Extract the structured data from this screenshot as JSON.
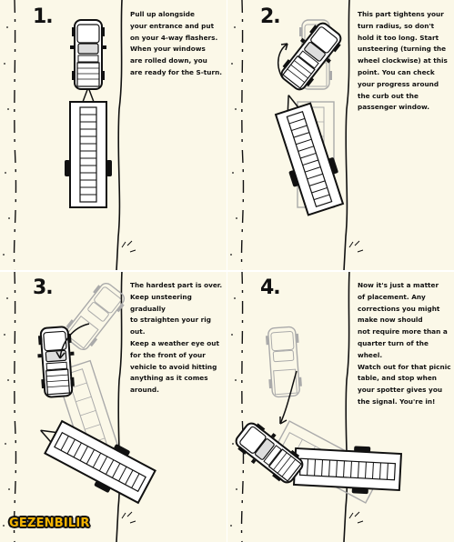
{
  "steps": [
    {
      "number": "1.",
      "text": "Pull up alongside\nyour entrance and put\non your 4-way flashers.\nWhen your windows\nare rolled down, you\nare ready for the S-turn."
    },
    {
      "number": "2.",
      "text": "This part tightens your\nturn radius, so don't\nhold it too long. Start\nunsteering (turning the\nwheel clockwise) at this\npoint. You can check\nyour progress around\nthe curb out the\npassenger window."
    },
    {
      "number": "3.",
      "text": "The hardest part is over.\nKeep unsteering gradually\nto straighten your rig out.\nKeep a weather eye out\nfor the  front of your\nvehicle to avoid hitting\nanything as it comes\naround."
    },
    {
      "number": "4.",
      "text": "Now it's just a matter\nof placement. Any\ncorrections you might\nmake now should\nnot require more than a\nquarter turn of the wheel.\nWatch out for that picnic\ntable, and stop when\nyour spotter gives you\nthe signal. You're in!"
    }
  ],
  "watermark": "GEZENBILIR",
  "colors": {
    "paper": "#fbf8e8",
    "ink": "#111111",
    "logo": "#f4b400"
  }
}
